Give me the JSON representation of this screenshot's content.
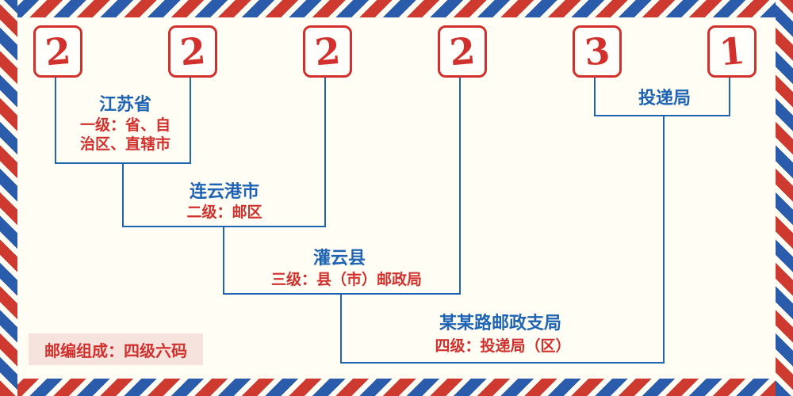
{
  "postal_code": {
    "digits": [
      "2",
      "2",
      "2",
      "2",
      "3",
      "1"
    ]
  },
  "levels": {
    "province": {
      "name": "江苏省",
      "desc_line1": "一级：省、自",
      "desc_line2": "治区、直辖市"
    },
    "postal_zone": {
      "name": "连云港市",
      "desc": "二级：邮区"
    },
    "county": {
      "name": "灌云县",
      "desc": "三级：县（市）邮政局"
    },
    "branch": {
      "name": "某某路邮政支局",
      "desc": "四级：投递局（区）"
    },
    "delivery_office": {
      "name": "投递局"
    }
  },
  "footer": {
    "note": "邮编组成：四级六码"
  },
  "colors": {
    "accent_red": "#d2302c",
    "accent_blue": "#1e63b4",
    "background": "#fffdf4",
    "badge_background": "#f7e3de"
  }
}
